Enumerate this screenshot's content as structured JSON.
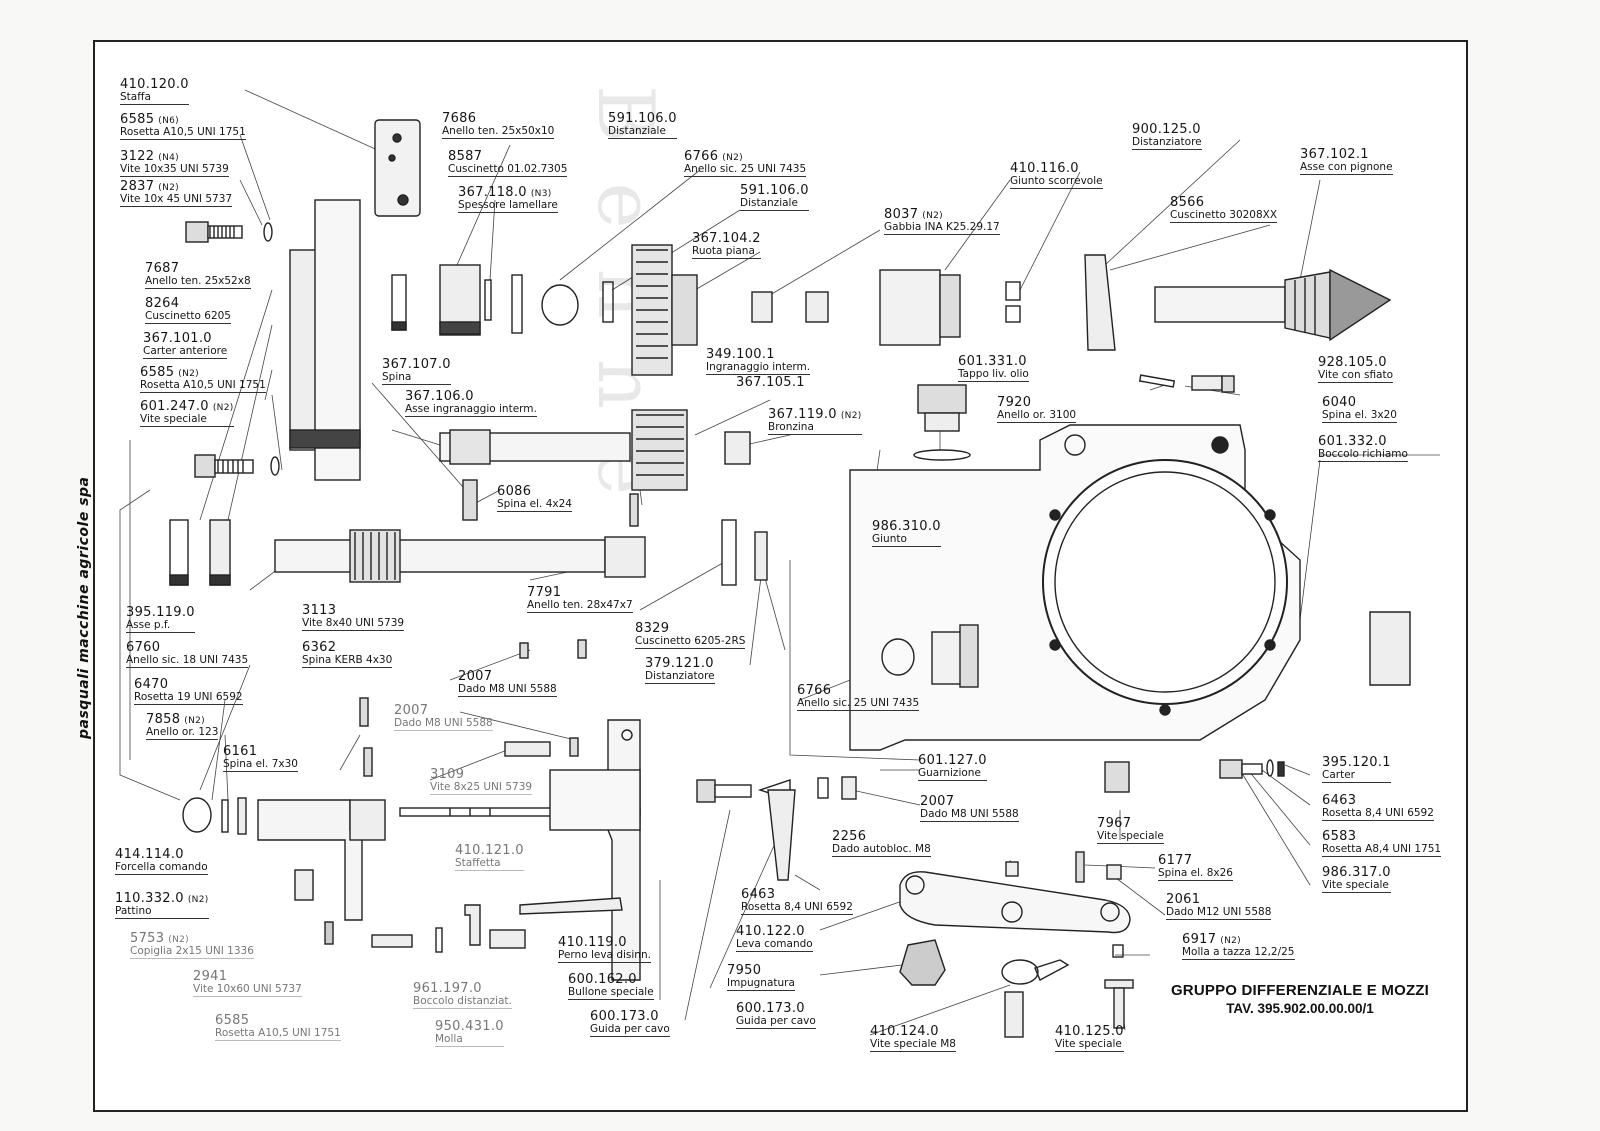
{
  "side_text": "pasquali macchine agricole spa",
  "watermark": "Benne",
  "title": {
    "line1": "GRUPPO DIFFERENZIALE E MOZZI",
    "line2": "TAV. 395.902.00.00.00/1"
  },
  "labels": [
    {
      "id": "staffa",
      "num": "410.120.0",
      "desc": "Staffa"
    },
    {
      "id": "rosetta-6585-a",
      "num": "6585",
      "qty": "(N6)",
      "desc": "Rosetta A10,5 UNI 1751"
    },
    {
      "id": "vite-3122",
      "num": "3122",
      "qty": "(N4)",
      "desc": "Vite 10x35 UNI 5739"
    },
    {
      "id": "vite-2837",
      "num": "2837",
      "qty": "(N2)",
      "desc": "Vite 10x 45 UNI 5737"
    },
    {
      "id": "anello-7686",
      "num": "7686",
      "desc": "Anello ten. 25x50x10"
    },
    {
      "id": "cuscinetto-8587",
      "num": "8587",
      "desc": "Cuscinetto 01.02.7305"
    },
    {
      "id": "spessore-367118",
      "num": "367.118.0",
      "qty": "(N3)",
      "desc": "Spessore lamellare"
    },
    {
      "id": "distanziale-591106-a",
      "num": "591.106.0",
      "desc": "Distanziale"
    },
    {
      "id": "anello-6766-a",
      "num": "6766",
      "qty": "(N2)",
      "desc": "Anello sic. 25 UNI 7435"
    },
    {
      "id": "distanziale-591106-b",
      "num": "591.106.0",
      "desc": "Distanziale"
    },
    {
      "id": "ruota-367104",
      "num": "367.104.2",
      "desc": "Ruota piana"
    },
    {
      "id": "gabbia-8037",
      "num": "8037",
      "qty": "(N2)",
      "desc": "Gabbia INA K25.29.17"
    },
    {
      "id": "giunto-410116",
      "num": "410.116.0",
      "desc": "Giunto scorrevole"
    },
    {
      "id": "distanziatore-900125",
      "num": "900.125.0",
      "desc": "Distanziatore"
    },
    {
      "id": "cuscinetto-8566",
      "num": "8566",
      "desc": "Cuscinetto 30208XX"
    },
    {
      "id": "asse-367102",
      "num": "367.102.1",
      "desc": "Asse con pignone"
    },
    {
      "id": "anello-7687",
      "num": "7687",
      "desc": "Anello ten. 25x52x8"
    },
    {
      "id": "cuscinetto-8264",
      "num": "8264",
      "desc": "Cuscinetto 6205"
    },
    {
      "id": "carter-367101",
      "num": "367.101.0",
      "desc": "Carter anteriore"
    },
    {
      "id": "rosetta-6585-b",
      "num": "6585",
      "qty": "(N2)",
      "desc": "Rosetta A10,5 UNI 1751"
    },
    {
      "id": "vite-601247",
      "num": "601.247.0",
      "qty": "(N2)",
      "desc": "Vite speciale"
    },
    {
      "id": "spina-367107",
      "num": "367.107.0",
      "desc": "Spina"
    },
    {
      "id": "asse-367106",
      "num": "367.106.0",
      "desc": "Asse ingranaggio interm."
    },
    {
      "id": "ingranaggio-349100",
      "num": "349.100.1",
      "desc": "Ingranaggio interm."
    },
    {
      "id": "ingranaggio-367105",
      "num": "367.105.1"
    },
    {
      "id": "bronzina-367119",
      "num": "367.119.0",
      "qty": "(N2)",
      "desc": "Bronzina"
    },
    {
      "id": "tappo-601331",
      "num": "601.331.0",
      "desc": "Tappo liv. olio"
    },
    {
      "id": "anello-7920",
      "num": "7920",
      "desc": "Anello or. 3100"
    },
    {
      "id": "vite-928105",
      "num": "928.105.0",
      "desc": "Vite con sfiato"
    },
    {
      "id": "spina-6040",
      "num": "6040",
      "desc": "Spina el. 3x20"
    },
    {
      "id": "boccolo-601332",
      "num": "601.332.0",
      "desc": "Boccolo richiamo"
    },
    {
      "id": "spina-6086",
      "num": "6086",
      "desc": "Spina el. 4x24"
    },
    {
      "id": "giunto-986310",
      "num": "986.310.0",
      "desc": "Giunto"
    },
    {
      "id": "asse-395119",
      "num": "395.119.0",
      "desc": "Asse p.f."
    },
    {
      "id": "vite-3113",
      "num": "3113",
      "desc": "Vite 8x40 UNI 5739"
    },
    {
      "id": "spina-6362",
      "num": "6362",
      "desc": "Spina KERB 4x30"
    },
    {
      "id": "anello-7791",
      "num": "7791",
      "desc": "Anello ten. 28x47x7"
    },
    {
      "id": "cuscinetto-8329",
      "num": "8329",
      "desc": "Cuscinetto 6205-2RS"
    },
    {
      "id": "distanziatore-379121",
      "num": "379.121.0",
      "desc": "Distanziatore"
    },
    {
      "id": "anello-6760",
      "num": "6760",
      "desc": "Anello sic. 18 UNI 7435"
    },
    {
      "id": "rosetta-6470",
      "num": "6470",
      "desc": "Rosetta 19 UNI 6592"
    },
    {
      "id": "anello-7858",
      "num": "7858",
      "qty": "(N2)",
      "desc": "Anello or. 123"
    },
    {
      "id": "dado-2007-a",
      "num": "2007",
      "desc": "Dado M8 UNI 5588"
    },
    {
      "id": "dado-2007-b",
      "num": "2007",
      "desc": "Dado M8 UNI 5588"
    },
    {
      "id": "anello-6766-b",
      "num": "6766",
      "desc": "Anello sic. 25 UNI 7435"
    },
    {
      "id": "spina-6161",
      "num": "6161",
      "desc": "Spina el. 7x30"
    },
    {
      "id": "vite-3109",
      "num": "3109",
      "desc": "Vite 8x25 UNI 5739"
    },
    {
      "id": "guarnizione-601127",
      "num": "601.127.0",
      "desc": "Guarnizione"
    },
    {
      "id": "carter-395120",
      "num": "395.120.1",
      "desc": "Carter"
    },
    {
      "id": "dado-2007-c",
      "num": "2007",
      "desc": "Dado M8 UNI 5588"
    },
    {
      "id": "rosetta-6463-a",
      "num": "6463",
      "desc": "Rosetta 8,4 UNI 6592"
    },
    {
      "id": "forcella-414114",
      "num": "414.114.0",
      "desc": "Forcella comando"
    },
    {
      "id": "staffetta-410121",
      "num": "410.121.0",
      "desc": "Staffetta"
    },
    {
      "id": "dado-2256",
      "num": "2256",
      "desc": "Dado autobloc. M8"
    },
    {
      "id": "vite-7967",
      "num": "7967",
      "desc": "Vite speciale"
    },
    {
      "id": "rosetta-6583",
      "num": "6583",
      "desc": "Rosetta A8,4 UNI 1751"
    },
    {
      "id": "spina-6177",
      "num": "6177",
      "desc": "Spina el. 8x26"
    },
    {
      "id": "vite-986317",
      "num": "986.317.0",
      "desc": "Vite speciale"
    },
    {
      "id": "pattino-110332",
      "num": "110.332.0",
      "qty": "(N2)",
      "desc": "Pattino"
    },
    {
      "id": "dado-2061",
      "num": "2061",
      "desc": "Dado M12 UNI 5588"
    },
    {
      "id": "rosetta-6463-b",
      "num": "6463",
      "desc": "Rosetta 8,4 UNI 6592"
    },
    {
      "id": "copiglia-5753",
      "num": "5753",
      "qty": "(N2)",
      "desc": "Copiglia 2x15 UNI 1336"
    },
    {
      "id": "perno-410119",
      "num": "410.119.0",
      "desc": "Perno leva disinn."
    },
    {
      "id": "leva-410122",
      "num": "410.122.0",
      "desc": "Leva comando"
    },
    {
      "id": "molla-6917",
      "num": "6917",
      "qty": "(N2)",
      "desc": "Molla a tazza 12,2/25"
    },
    {
      "id": "vite-2941",
      "num": "2941",
      "desc": "Vite 10x60 UNI 5737"
    },
    {
      "id": "boccolo-961197",
      "num": "961.197.0",
      "desc": "Boccolo distanziat."
    },
    {
      "id": "bullone-600162",
      "num": "600.162.0",
      "desc": "Bullone speciale"
    },
    {
      "id": "impugnatura-7950",
      "num": "7950",
      "desc": "Impugnatura"
    },
    {
      "id": "rosetta-6585-c",
      "num": "6585",
      "desc": "Rosetta A10,5 UNI 1751"
    },
    {
      "id": "molla-950431",
      "num": "950.431.0",
      "desc": "Molla"
    },
    {
      "id": "guida-600173-a",
      "num": "600.173.0",
      "desc": "Guida per cavo"
    },
    {
      "id": "guida-600173-b",
      "num": "600.173.0",
      "desc": "Guida per cavo"
    },
    {
      "id": "vite-410124",
      "num": "410.124.0",
      "desc": "Vite speciale M8"
    },
    {
      "id": "vite-410125",
      "num": "410.125.0",
      "desc": "Vite speciale"
    }
  ]
}
